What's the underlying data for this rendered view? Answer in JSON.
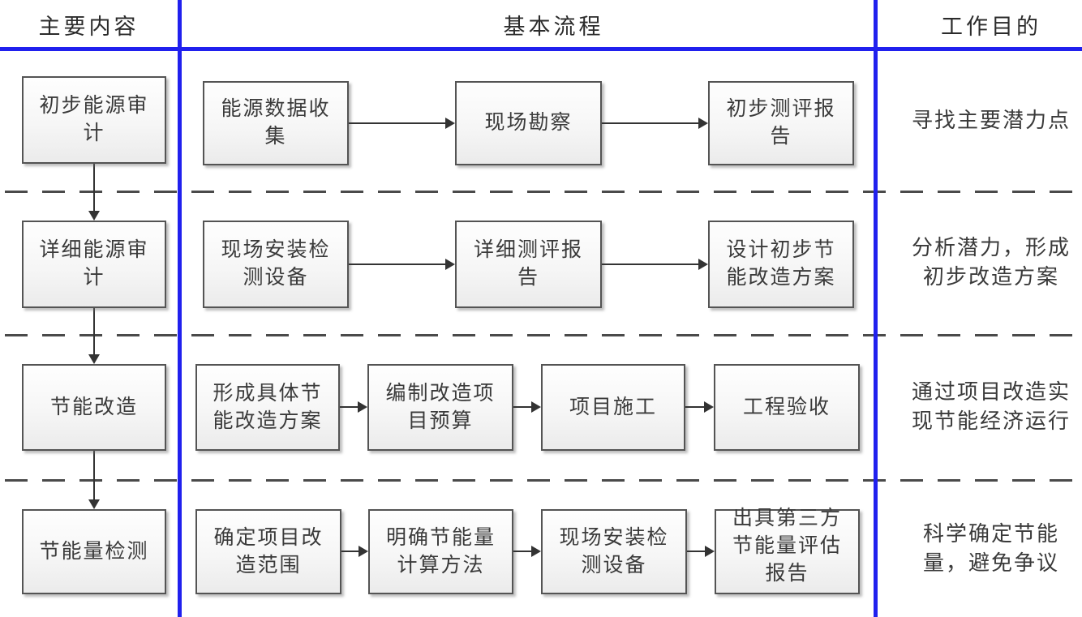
{
  "diagram": {
    "headers": {
      "col1": "主要内容",
      "col2": "基本流程",
      "col3": "工作目的"
    },
    "rows": [
      {
        "stage": "初步能源审\n计",
        "steps": [
          "能源数据收\n集",
          "现场勘察",
          "初步测评报\n告"
        ],
        "purpose": "寻找主要潜力点"
      },
      {
        "stage": "详细能源审\n计",
        "steps": [
          "现场安装检\n测设备",
          "详细测评报\n告",
          "设计初步节\n能改造方案"
        ],
        "purpose": "分析潜力，形成\n初步改造方案"
      },
      {
        "stage": "节能改造",
        "steps": [
          "形成具体节\n能改造方案",
          "编制改造项\n目预算",
          "项目施工",
          "工程验收"
        ],
        "purpose": "通过项目改造实\n现节能经济运行"
      },
      {
        "stage": "节能量检测",
        "steps": [
          "确定项目改\n造范围",
          "明确节能量\n计算方法",
          "现场安装检\n测设备",
          "出具第三方\n节能量评估\n报告"
        ],
        "purpose": "科学确定节能\n量，避免争议"
      }
    ],
    "colors": {
      "divider_blue": "#2020ee",
      "dash_gray": "#4a4a4a",
      "box_border": "#545454",
      "box_fill_top": "#fefefe",
      "box_fill_bottom": "#ebebeb",
      "text": "#3a3a3a",
      "arrow": "#333333"
    }
  }
}
